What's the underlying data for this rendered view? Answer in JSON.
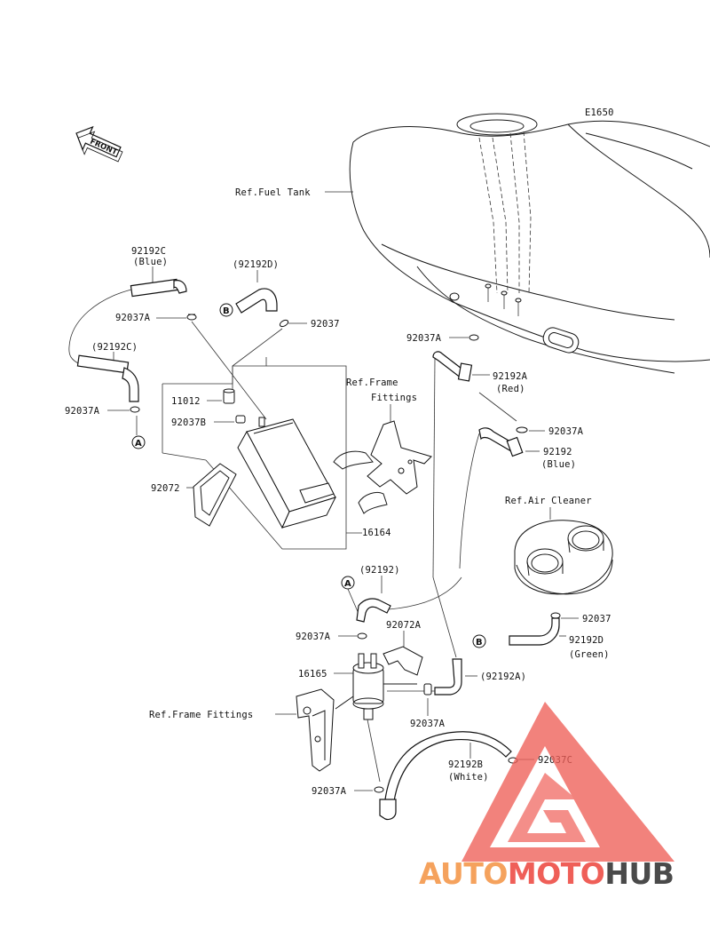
{
  "diagram_code": "E1650",
  "front_label": "FRONT",
  "labels": {
    "ref_fuel_tank": "Ref.Fuel Tank",
    "p92192c_blue_num": "92192C",
    "p92192c_blue_color": "(Blue)",
    "p92192d_top": "(92192D)",
    "p92037a_1": "92037A",
    "p92037_1": "92037",
    "p92192c_paren": "(92192C)",
    "p92037a_2": "92037A",
    "p11012": "11012",
    "p92037b": "92037B",
    "p92072": "92072",
    "p16164": "16164",
    "ref_frame_fittings_1a": "Ref.Frame",
    "ref_frame_fittings_1b": "Fittings",
    "p92037a_3": "92037A",
    "p92192a_red_num": "92192A",
    "p92192a_red_color": "(Red)",
    "p92037a_4": "92037A",
    "p92192_blue_num": "92192",
    "p92192_blue_color": "(Blue)",
    "ref_air_cleaner": "Ref.Air Cleaner",
    "p92192_paren": "(92192)",
    "p92037_2": "92037",
    "p92037a_5": "92037A",
    "p92072a": "92072A",
    "p92192d_green_num": "92192D",
    "p92192d_green_color": "(Green)",
    "p16165": "16165",
    "p92192a_paren": "(92192A)",
    "ref_frame_fittings_2": "Ref.Frame Fittings",
    "p92037a_6": "92037A",
    "p92192b_white_num": "92192B",
    "p92192b_white_color": "(White)",
    "p92037c": "92037C",
    "p92037a_7": "92037A"
  },
  "callouts": {
    "a": "A",
    "b": "B"
  },
  "watermark": {
    "part1": "AUTO",
    "part2": "MOTO",
    "part3": "HUB",
    "colors": {
      "auto": "#f5a25d",
      "moto": "#ef5f58",
      "hub": "#4a4a4a",
      "logo": "#ef5f58"
    }
  }
}
